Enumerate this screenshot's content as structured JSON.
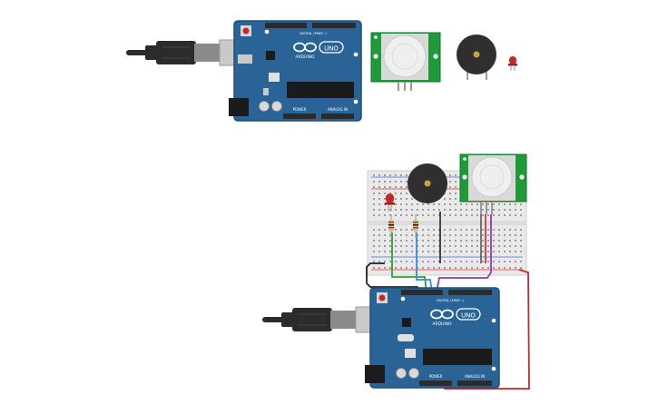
{
  "colors": {
    "board": "#2a6496",
    "board_dark": "#1f4f78",
    "header": "#2b2b2b",
    "pir_pcb": "#1e9a3a",
    "pir_dome": "#efefef",
    "buzzer": "#2f2f2f",
    "buzzer_center": "#c8a23a",
    "led": "#c62828",
    "breadboard": "#e9e9e9",
    "wire_black": "#222222",
    "wire_green": "#2e9d3a",
    "wire_blue": "#3a8bd6",
    "wire_purple": "#8e3ab3",
    "wire_red": "#c62828",
    "usb_plug": "#2b2b2b",
    "usb_metal": "#c9c9c9"
  },
  "arduino": {
    "brand": "ARDUINO",
    "model": "UNO",
    "digital_label": "DIGITAL (PWM~)",
    "power_label": "POWER",
    "analog_label": "ANALOG IN"
  },
  "icons": {
    "arduino_logo": "infinity-logo-icon",
    "usb": "usb-b-plug-icon",
    "buzzer": "piezo-buzzer-icon",
    "led": "red-led-icon",
    "pir": "pir-sensor-icon",
    "resistor": "resistor-icon"
  }
}
